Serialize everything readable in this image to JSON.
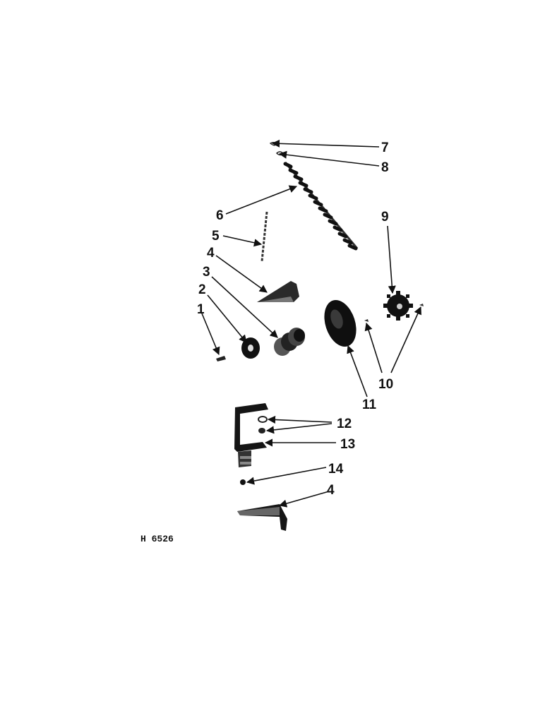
{
  "figure_code": "H 6526",
  "callouts": {
    "c1": "1",
    "c2": "2",
    "c3": "3",
    "c4a": "4",
    "c5": "5",
    "c6": "6",
    "c7": "7",
    "c8": "8",
    "c9": "9",
    "c10": "10",
    "c11": "11",
    "c12": "12",
    "c13": "13",
    "c14": "14",
    "c4b": "4"
  }
}
